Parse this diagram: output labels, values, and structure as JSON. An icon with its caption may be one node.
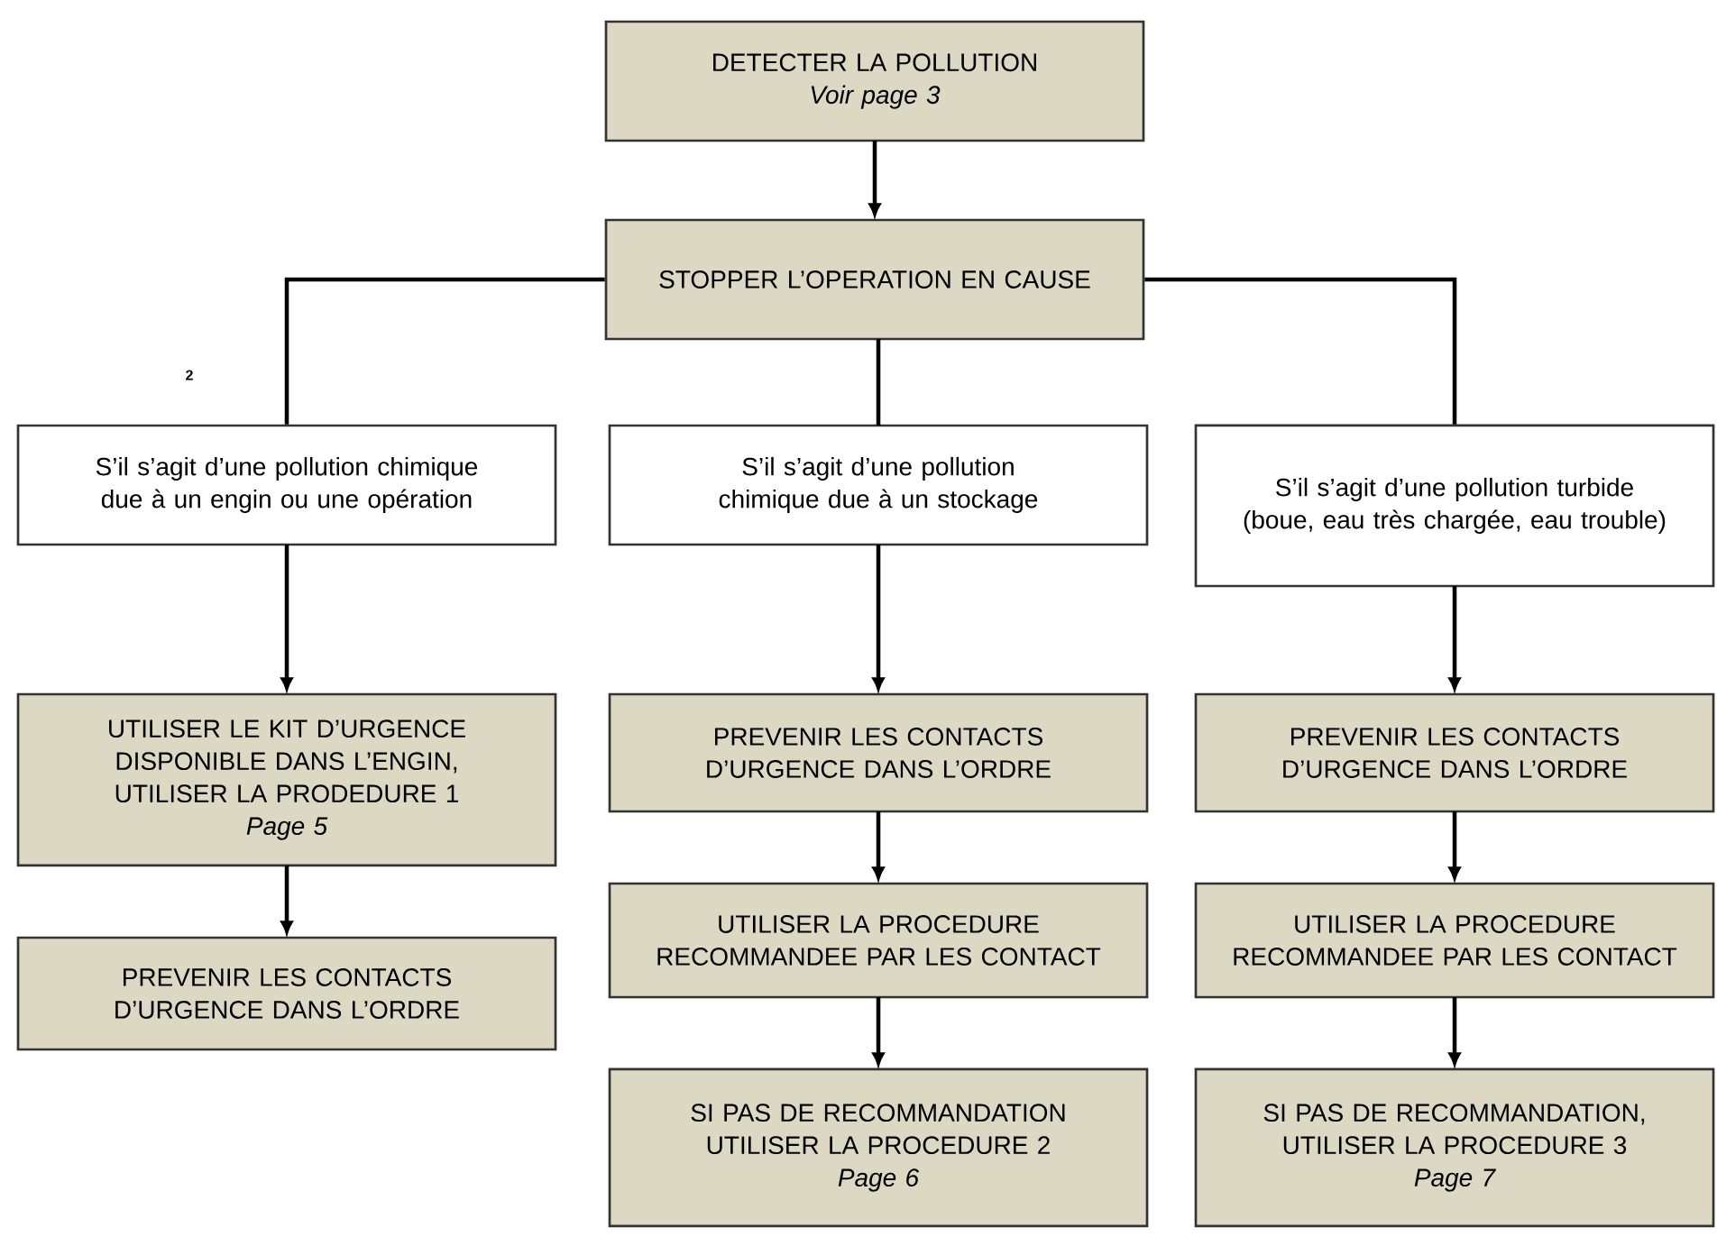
{
  "diagram": {
    "nodes": [
      {
        "text": [
          "DETECTER LA POLLUTION",
          "Voir page 3"
        ]
      },
      {
        "text": [
          "STOPPER L’OPERATION EN CAUSE"
        ]
      },
      {
        "text": [
          "S’il s’agit d’une pollution chimique due à un engin ou une opération"
        ]
      },
      {
        "text": [
          "S’il s’agit d’une pollution chimique due à un stockage"
        ]
      },
      {
        "text": [
          "S’il s’agit d’une pollution turbide (boue, eau très chargée, eau trouble)"
        ]
      },
      {
        "text": [
          "UTILISER LE KIT D’URGENCE DISPONIBLE DANS L’ENGIN, UTILISER LA PRODEDURE 1",
          "Page 5"
        ]
      },
      {
        "text": [
          "PREVENIR LES CONTACTS D’URGENCE DANS L’ORDRE"
        ]
      },
      {
        "text": [
          "PREVENIR LES CONTACTS D’URGENCE DANS L’ORDRE"
        ]
      },
      {
        "text": [
          "UTILISER LA PROCEDURE RECOMMANDEE PAR LES CONTACT"
        ]
      },
      {
        "text": [
          "SI PAS DE RECOMMANDATION UTILISER LA PROCEDURE 2",
          "Page 6"
        ]
      },
      {
        "text": [
          "PREVENIR LES CONTACTS D’URGENCE DANS L’ORDRE"
        ]
      },
      {
        "text": [
          "UTILISER LA PROCEDURE RECOMMANDEE PAR LES CONTACT"
        ]
      },
      {
        "text": [
          "SI PAS DE RECOMMANDATION, UTILISER LA PROCEDURE 3",
          "Page 7"
        ]
      }
    ],
    "edges": [
      {
        "from": 0,
        "to": 1,
        "arrow": "to"
      },
      {
        "from": 1,
        "to": 2,
        "arrow": "none"
      },
      {
        "from": 1,
        "to": 3,
        "arrow": "none"
      },
      {
        "from": 1,
        "to": 4,
        "arrow": "none"
      },
      {
        "from": 2,
        "to": 5,
        "arrow": "to"
      },
      {
        "from": 5,
        "to": 6,
        "arrow": "to"
      },
      {
        "from": 3,
        "to": 7,
        "arrow": "to"
      },
      {
        "from": 7,
        "to": 8,
        "arrow": "to"
      },
      {
        "from": 8,
        "to": 9,
        "arrow": "to"
      },
      {
        "from": 4,
        "to": 10,
        "arrow": "to"
      },
      {
        "from": 10,
        "to": 11,
        "arrow": "to"
      },
      {
        "from": 11,
        "to": 12,
        "arrow": "to"
      }
    ],
    "labels": [
      "2"
    ]
  }
}
